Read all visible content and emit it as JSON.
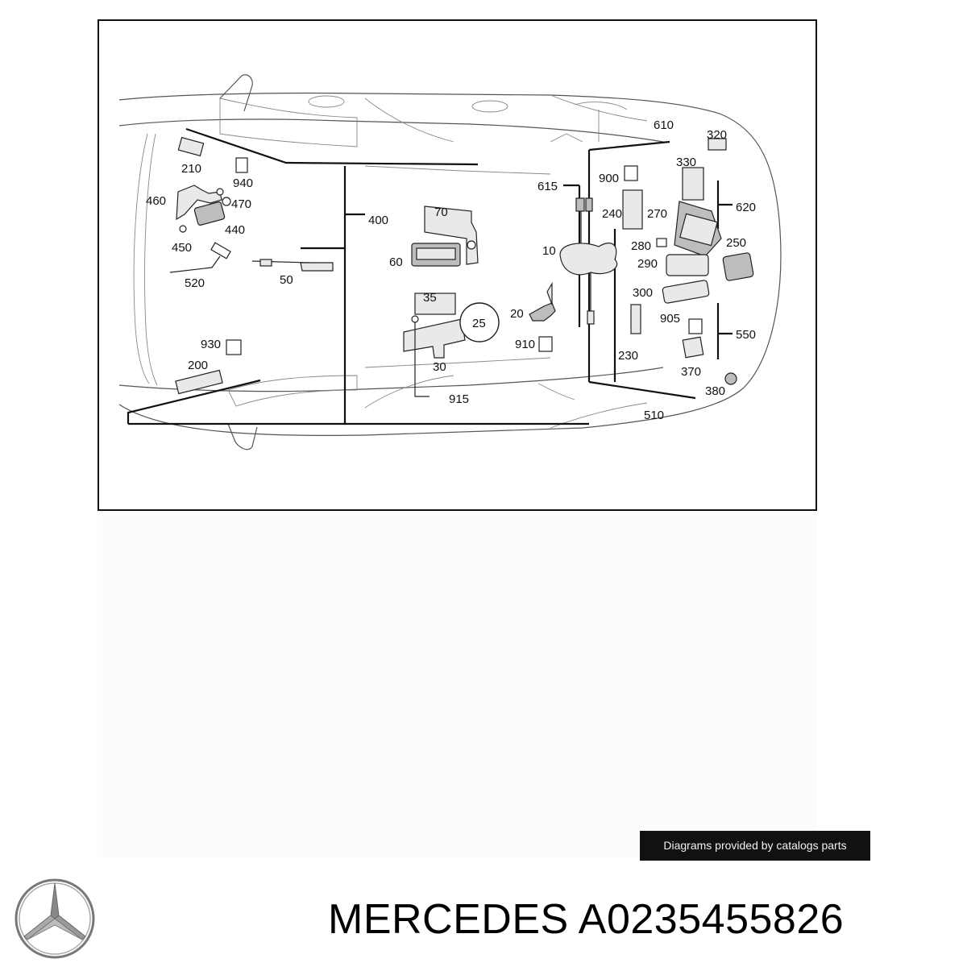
{
  "diagram": {
    "callouts": [
      "610",
      "320",
      "330",
      "900",
      "615",
      "620",
      "240",
      "270",
      "250",
      "280",
      "290",
      "10",
      "300",
      "905",
      "550",
      "20",
      "25",
      "910",
      "230",
      "370",
      "380",
      "510",
      "35",
      "30",
      "915",
      "70",
      "60",
      "400",
      "50",
      "210",
      "940",
      "460",
      "470",
      "440",
      "450",
      "520",
      "930",
      "200"
    ]
  },
  "credit_text": "Diagrams provided by catalogs parts",
  "logo_icon": "mercedes-star-icon",
  "title": "MERCEDES A0235455826"
}
